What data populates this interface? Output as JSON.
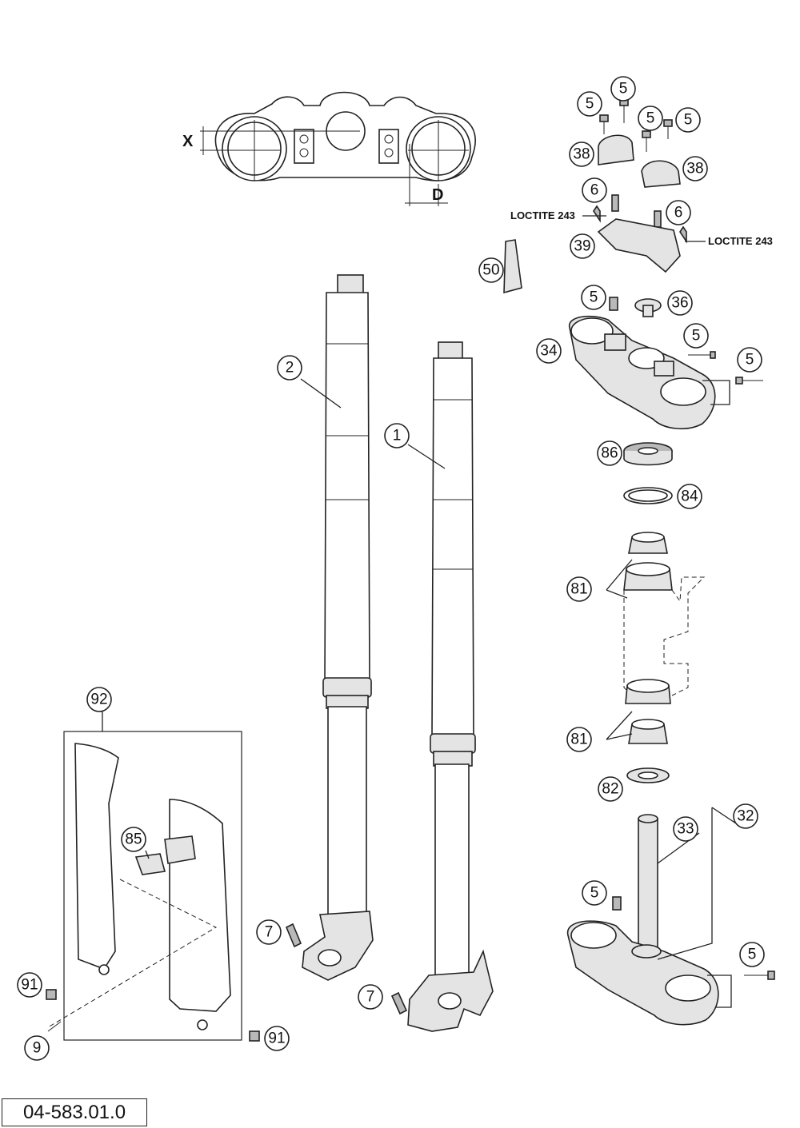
{
  "diagram": {
    "callouts": {
      "c1": "1",
      "c2": "2",
      "c5a": "5",
      "c5b": "5",
      "c5c": "5",
      "c5d": "5",
      "c5e": "5",
      "c5f": "5",
      "c5g": "5",
      "c5h": "5",
      "c5i": "5",
      "c6a": "6",
      "c6b": "6",
      "c7a": "7",
      "c7b": "7",
      "c9": "9",
      "c32": "32",
      "c33": "33",
      "c34": "34",
      "c36": "36",
      "c38a": "38",
      "c38b": "38",
      "c39": "39",
      "c50": "50",
      "c81a": "81",
      "c81b": "81",
      "c82": "82",
      "c84": "84",
      "c85": "85",
      "c86": "86",
      "c91a": "91",
      "c91b": "91",
      "c92": "92"
    },
    "loctite_left": "LOCTITE 243",
    "loctite_right": "LOCTITE 243",
    "dim_x": "X",
    "dim_d": "D"
  },
  "footer": {
    "doc_number": "04-583.01.0"
  }
}
